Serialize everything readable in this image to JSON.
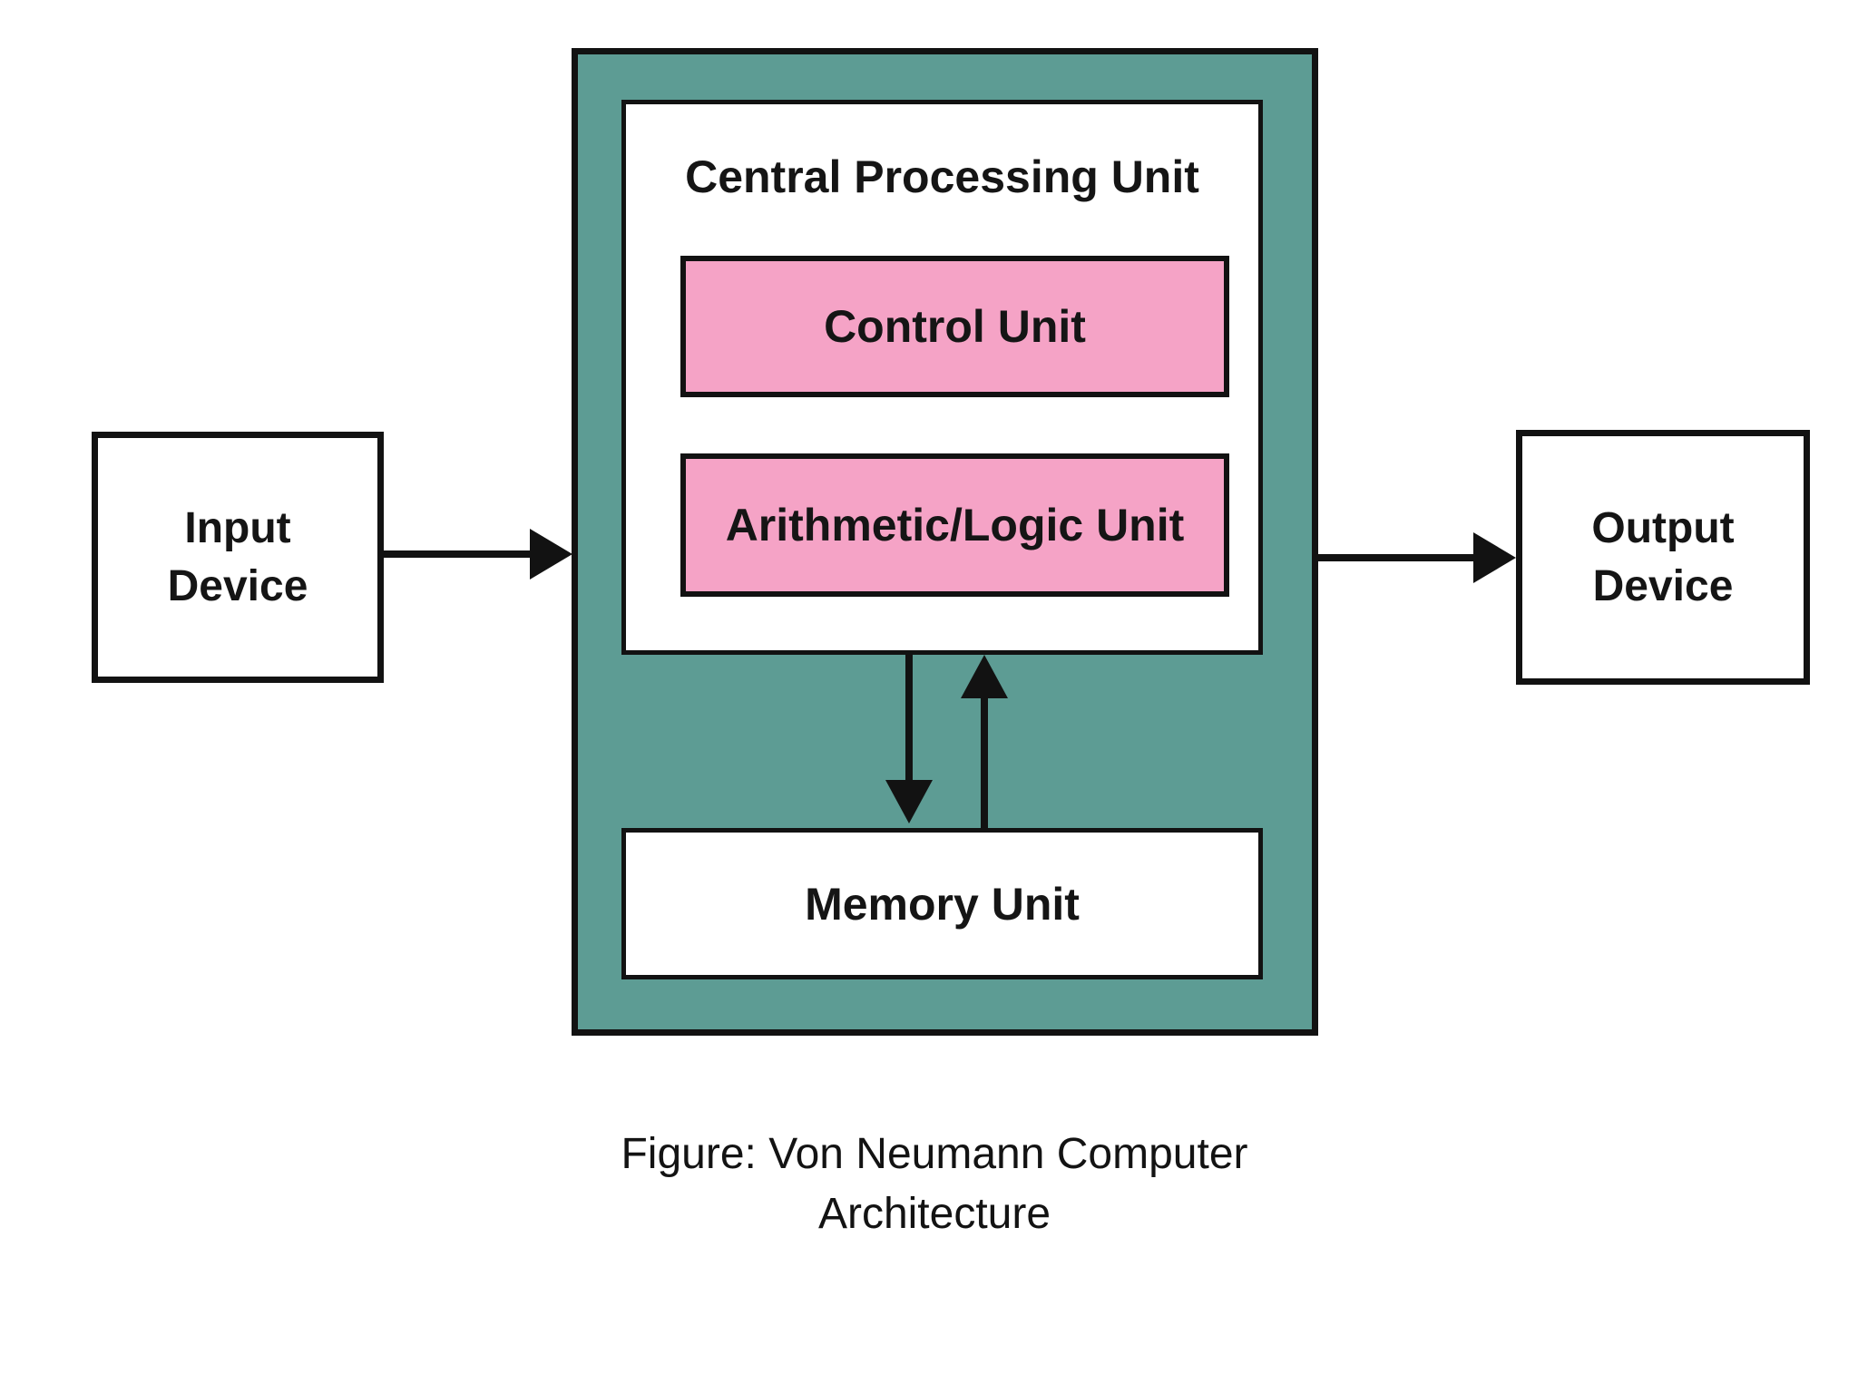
{
  "diagram": {
    "input_device": {
      "line1": "Input",
      "line2": "Device"
    },
    "output_device": {
      "line1": "Output",
      "line2": "Device"
    },
    "cpu": {
      "title": "Central Processing Unit",
      "control_unit_label": "Control Unit",
      "alu_label": "Arithmetic/Logic Unit"
    },
    "memory_unit_label": "Memory Unit",
    "arrows": {
      "input_to_cpu": "arrow-right",
      "cpu_to_output": "arrow-right",
      "cpu_to_memory": "arrow-down",
      "memory_to_cpu": "arrow-up"
    },
    "colors": {
      "teal": "#5D9C94",
      "pink": "#F5A3C6",
      "border": "#121212",
      "text": "#151515",
      "background": "#FFFFFF"
    }
  },
  "caption": {
    "line1": "Figure: Von Neumann Computer",
    "line2": "Architecture"
  }
}
